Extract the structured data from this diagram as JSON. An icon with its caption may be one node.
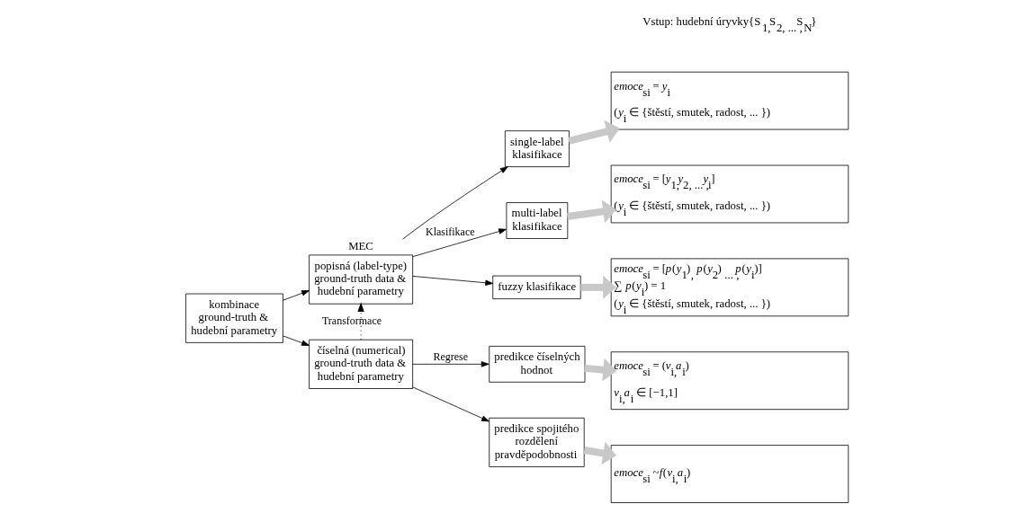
{
  "diagram": {
    "nodes": [
      {
        "text": [
          "kombinace ground-truth & hudební parametry"
        ]
      },
      {
        "text": [
          "popisná (label-type) ground-truth data & hudební parametry"
        ],
        "beside": [
          "MEC"
        ]
      },
      {
        "text": [
          "číselná (numerical) ground-truth data & hudební parametry"
        ]
      },
      {
        "text": [
          "single-label klasifikace"
        ]
      },
      {
        "text": [
          "multi-label klasifikace"
        ]
      },
      {
        "text": [
          "fuzzy klasifikace"
        ]
      },
      {
        "text": [
          "predikce číselných hodnot"
        ]
      },
      {
        "text": [
          "predikce spojitého rozdělení pravděpodobnosti"
        ]
      },
      {
        "text": [
          "*emoce*$_{si}$ = *y*$_{i}$",
          "(*y*$_{i}$ ∈ {štěstí, smutek, radost, ... })"
        ]
      },
      {
        "text": [
          "*emoce*$_{si}$ = [*y*$_{1,}$*y*$_{2, ... ,}$*y*$_{i}$]",
          "(*y*$_{i}$ ∈ {štěstí, smutek, radost, ... })"
        ]
      },
      {
        "text": [
          "*emoce*$_{si}$ = [*p*(*y*$_{1}$)$_{,}$ *p*(*y*$_{2}$)$_{ ... ,}$*p*(*y*$_{i}$)]",
          "∑ *p*(*y*$_{i}$) = 1",
          "(*y*$_{i}$ ∈ {štěstí, smutek, radost, ... })"
        ]
      },
      {
        "text": [
          "*emoce*$_{si}$ = (*v*$_{i,}$*a*$_{i}$)",
          "*v*$_{i,}$*a*$_{i}$ ∈ [−1,1]"
        ]
      },
      {
        "text": [
          "*emoce*$_{si}$ ~*f*(*v*$_{i,}$*a*$_{i}$)"
        ]
      }
    ],
    "edges": [
      {
        "from": 0,
        "to": 1,
        "arrow": "to"
      },
      {
        "from": 0,
        "to": 2,
        "arrow": "to"
      },
      {
        "from": 2,
        "to": 1,
        "arrow": "to",
        "style": "dashed",
        "label": "Transformace"
      },
      {
        "from": 1,
        "to": 3,
        "arrow": "to"
      },
      {
        "from": 1,
        "to": 4,
        "arrow": "to",
        "label": "Klasifikace"
      },
      {
        "from": 1,
        "to": 5,
        "arrow": "to"
      },
      {
        "from": 2,
        "to": 6,
        "arrow": "to",
        "label": "Regrese"
      },
      {
        "from": 2,
        "to": 7,
        "arrow": "to"
      },
      {
        "from": 3,
        "to": 8,
        "arrow": "to",
        "style": "thick",
        "color": "#c8c8c8"
      },
      {
        "from": 4,
        "to": 9,
        "arrow": "to",
        "style": "thick",
        "color": "#c8c8c8"
      },
      {
        "from": 5,
        "to": 10,
        "arrow": "to",
        "style": "thick",
        "color": "#c8c8c8"
      },
      {
        "from": 6,
        "to": 11,
        "arrow": "to",
        "style": "thick",
        "color": "#c8c8c8"
      },
      {
        "from": 7,
        "to": 12,
        "arrow": "to",
        "style": "thick",
        "color": "#c8c8c8"
      }
    ],
    "labels": [
      "Vstup: hudební úryvky{S$_{1,}$S$_{2, ... ,}$S$_{N}$}"
    ]
  }
}
